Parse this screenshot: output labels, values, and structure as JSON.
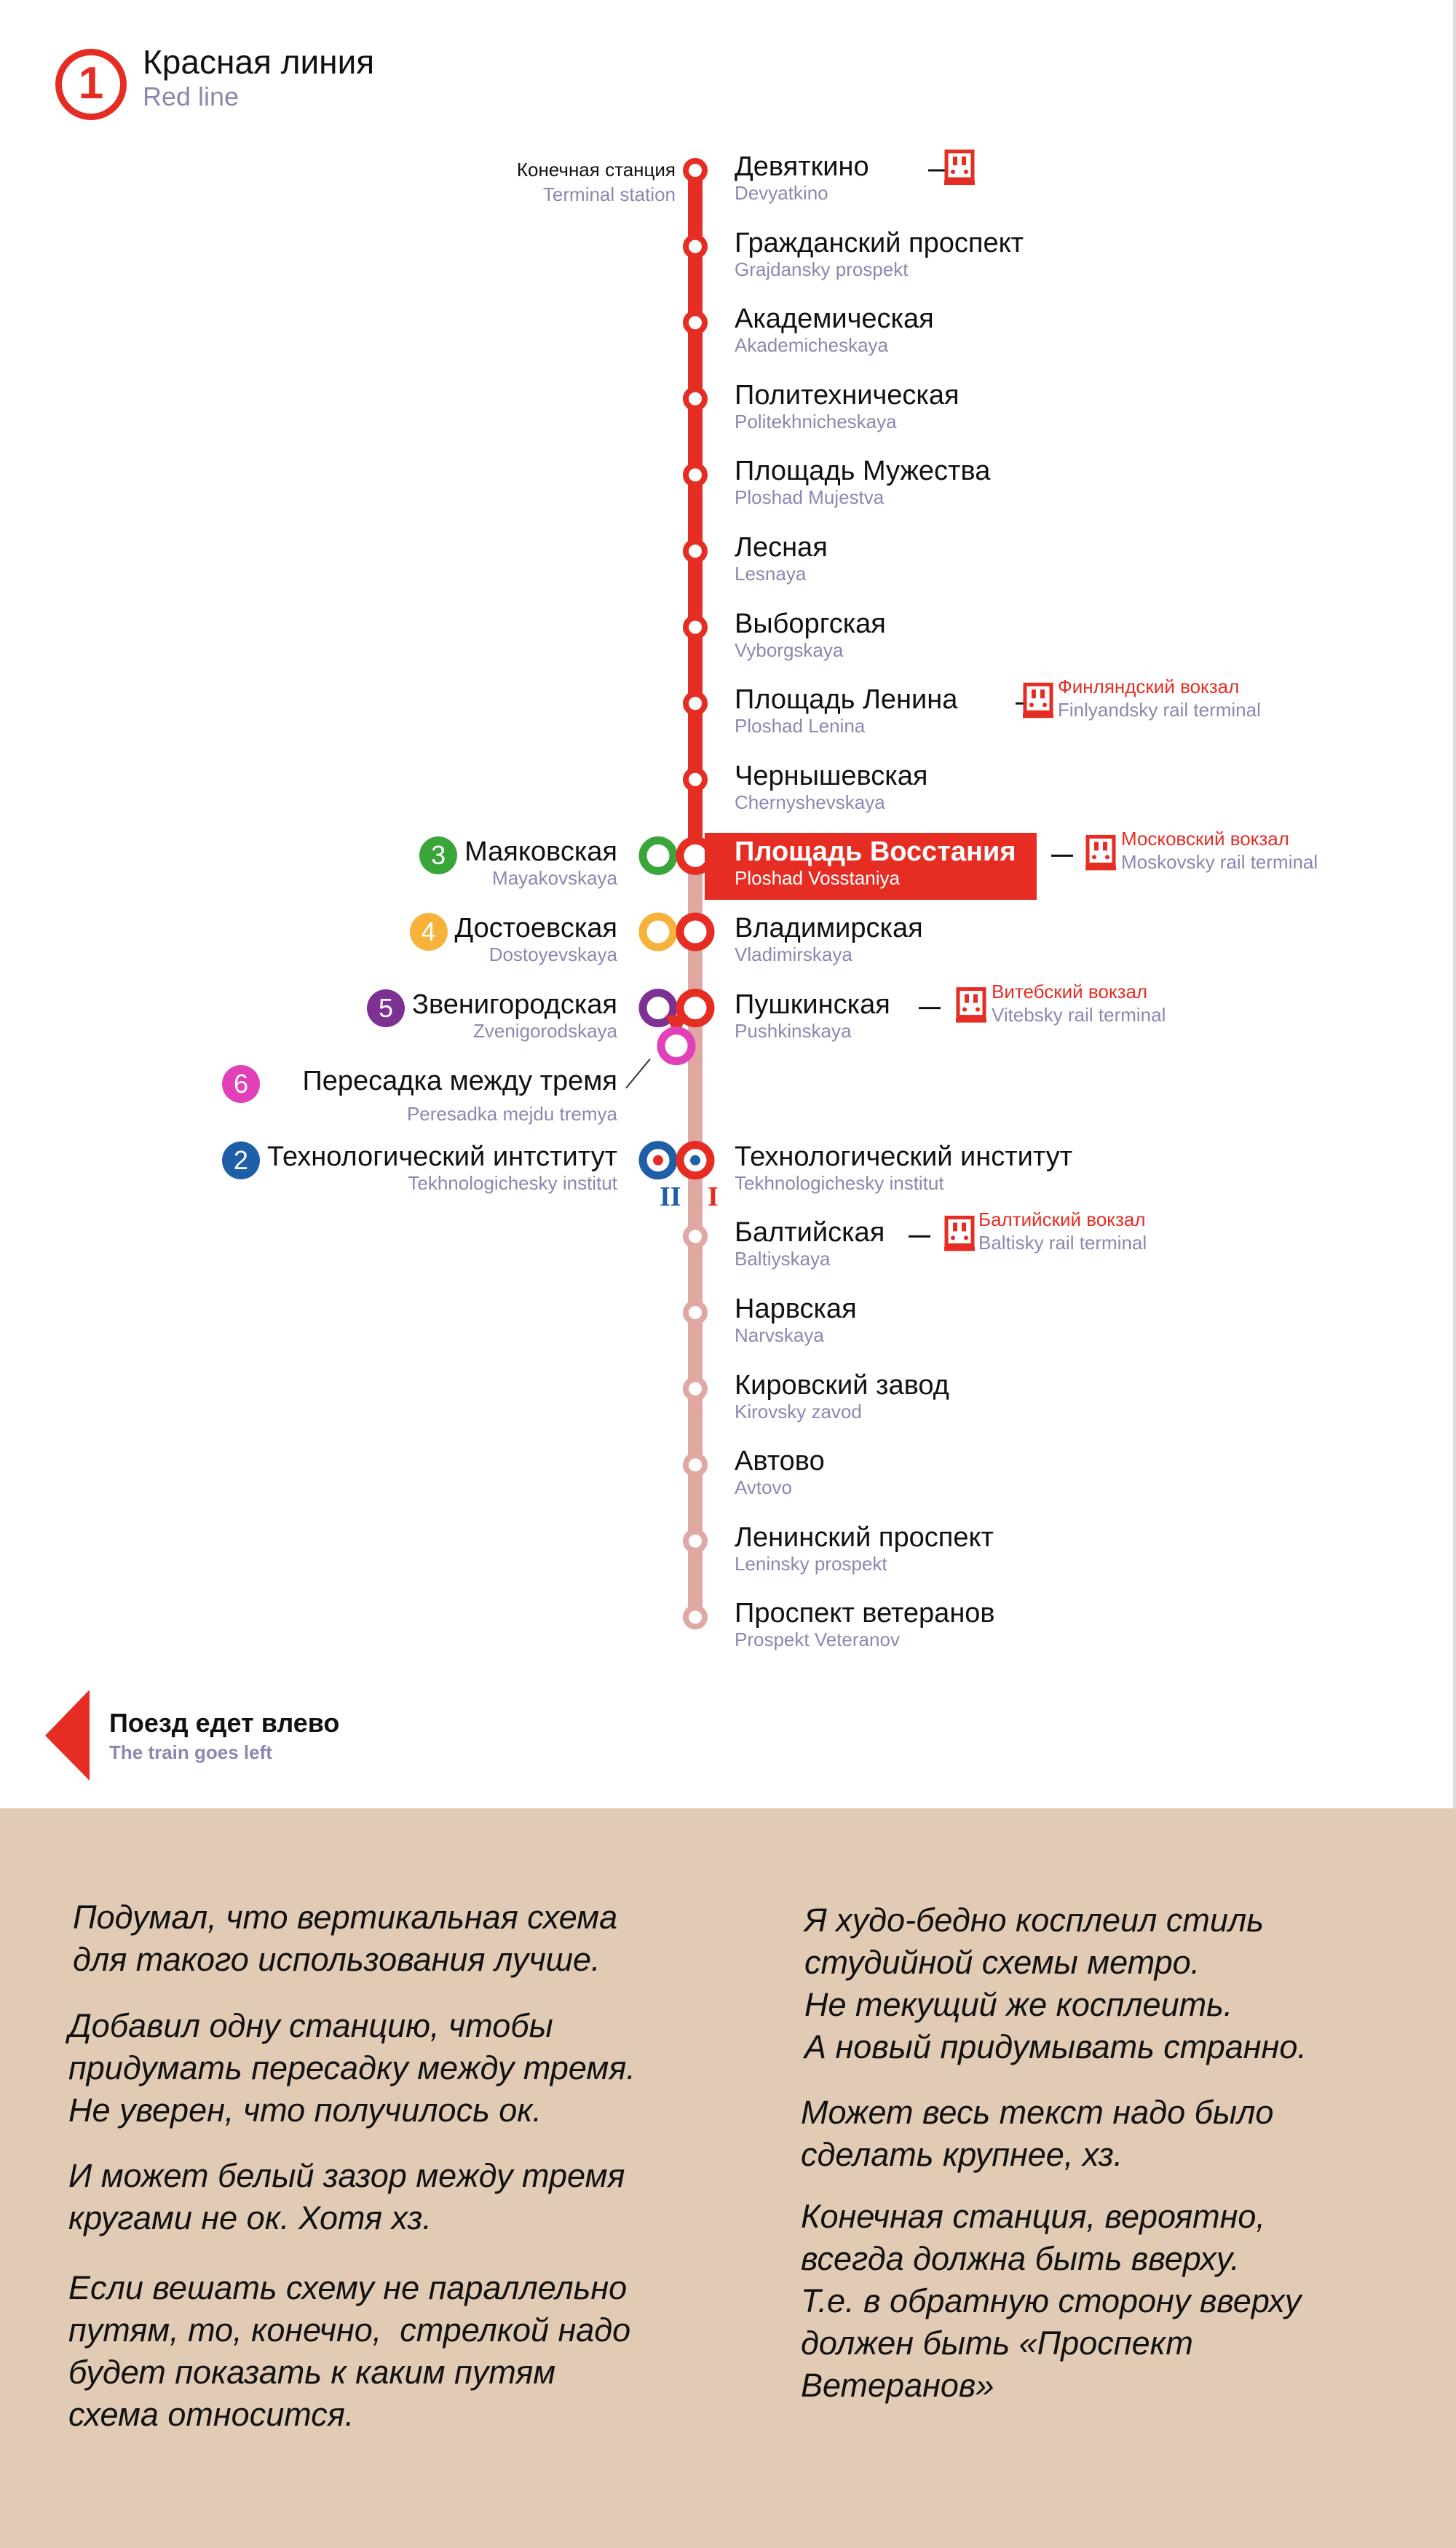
{
  "header": {
    "number": "1",
    "title_ru": "Красная линия",
    "title_en": "Red line"
  },
  "colors": {
    "red": "#e52d24",
    "pale_red": "#e0a8a3",
    "green": "#3aa63a",
    "orange": "#f7b23a",
    "purple": "#7d3193",
    "pink": "#e240b8",
    "blue": "#1e5fa8",
    "muted": "#8e86b0",
    "notes_bg": "#e2cbb4"
  },
  "terminal": {
    "ru": "Конечная станция",
    "en": "Terminal station"
  },
  "stations": [
    {
      "ru": "Девяткино",
      "en": "Devyatkino",
      "slot": 0,
      "rail": {
        "ru": "",
        "en": ""
      }
    },
    {
      "ru": "Гражданский проспект",
      "en": "Grajdansky prospekt",
      "slot": 1
    },
    {
      "ru": "Академическая",
      "en": "Akademicheskaya",
      "slot": 2
    },
    {
      "ru": "Политехническая",
      "en": "Politekhnicheskaya",
      "slot": 3
    },
    {
      "ru": "Площадь Мужества",
      "en": "Ploshad Mujestva",
      "slot": 4
    },
    {
      "ru": "Лесная",
      "en": "Lesnaya",
      "slot": 5
    },
    {
      "ru": "Выборгская",
      "en": "Vyborgskaya",
      "slot": 6
    },
    {
      "ru": "Площадь Ленина",
      "en": "Ploshad Lenina",
      "slot": 7,
      "rail": {
        "ru": "Финляндский вокзал",
        "en": "Finlyandsky rail terminal"
      }
    },
    {
      "ru": "Чернышевская",
      "en": "Chernyshevskaya",
      "slot": 8
    },
    {
      "ru": "Площадь Восстания",
      "en": "Ploshad Vosstaniya",
      "slot": 9,
      "current": true,
      "rail": {
        "ru": "Московский вокзал",
        "en": "Moskovsky rail terminal"
      },
      "transfer": {
        "line": "3",
        "color": "green",
        "ru": "Маяковская",
        "en": "Mayakovskaya"
      }
    },
    {
      "ru": "Владимирская",
      "en": "Vladimirskaya",
      "slot": 10,
      "transfer": {
        "line": "4",
        "color": "orange",
        "ru": "Достоевская",
        "en": "Dostoyevskaya"
      }
    },
    {
      "ru": "Пушкинская",
      "en": "Pushkinskaya",
      "slot": 11,
      "rail": {
        "ru": "Витебский вокзал",
        "en": "Vitebsky rail terminal"
      },
      "transfer": {
        "line": "5",
        "color": "purple",
        "ru": "Звенигородская",
        "en": "Zvenigorodskaya"
      }
    },
    {
      "ru": "Технологический институт",
      "en": "Tekhnologichesky institut",
      "slot": 13,
      "transfer": {
        "line": "2",
        "color": "blue",
        "ru": "Технологический интститут",
        "en": "Tekhnologichesky institut"
      }
    },
    {
      "ru": "Балтийская",
      "en": "Baltiyskaya",
      "slot": 14,
      "rail": {
        "ru": "Балтийский вокзал",
        "en": "Baltisky rail terminal"
      }
    },
    {
      "ru": "Нарвская",
      "en": "Narvskaya",
      "slot": 15
    },
    {
      "ru": "Кировский завод",
      "en": "Kirovsky zavod",
      "slot": 16
    },
    {
      "ru": "Автово",
      "en": "Avtovo",
      "slot": 17
    },
    {
      "ru": "Ленинский проспект",
      "en": "Leninsky prospekt",
      "slot": 18
    },
    {
      "ru": "Проспект ветеранов",
      "en": "Prospekt Veteranov",
      "slot": 19
    }
  ],
  "triple": {
    "line": "6",
    "ru": "Пересадка между тремя",
    "en": "Peresadka mejdu tremya"
  },
  "platforms": {
    "left": "II",
    "right": "I"
  },
  "direction": {
    "ru": "Поезд едет влево",
    "en": "The train goes left"
  },
  "notes": {
    "left": [
      "Подумал, что вертикальная схема\nдля такого использования лучше.",
      "Добавил одну станцию, чтобы\nпридумать пересадку между тремя.\nНе уверен, что получилось ок.",
      "И может белый зазор между тремя\nкругами не ок. Хотя хз.",
      "Если вешать схему не параллельно\nпутям, то, конечно,  стрелкой надо\nбудет показать к каким путям\nсхема относится."
    ],
    "right": [
      "Я худо-бедно косплеил стиль\nстудийной схемы метро.\nНе текущий же косплеить.\nА новый придумывать странно.",
      "Может весь текст надо было\nсделать крупнее, хз.",
      "Конечная станция, вероятно,\nвсегда должна быть вверху.\nТ.е. в обратную сторону вверху\nдолжен быть «Проспект\nВетеранов»"
    ]
  }
}
